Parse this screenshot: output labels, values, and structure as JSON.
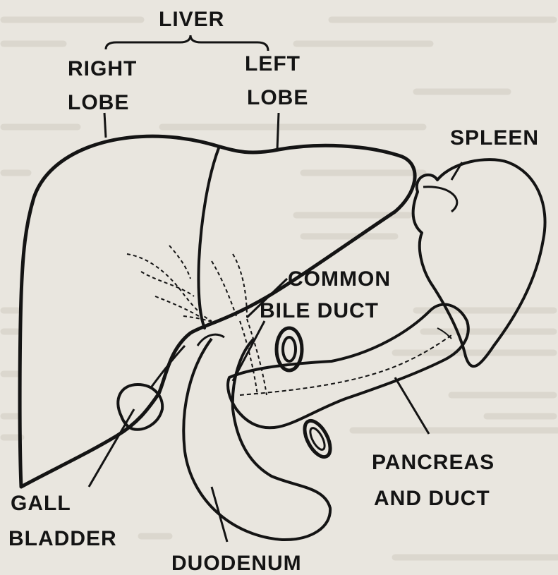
{
  "labels": {
    "liver": "LIVER",
    "right_lobe_1": "RIGHT",
    "right_lobe_2": "LOBE",
    "left_lobe_1": "LEFT",
    "left_lobe_2": "LOBE",
    "spleen": "SPLEEN",
    "common_bile_duct_1": "COMMON",
    "common_bile_duct_2": "BILE DUCT",
    "pancreas_1": "PANCREAS",
    "pancreas_2": "AND DUCT",
    "gall_bladder_1": "GALL",
    "gall_bladder_2": "BLADDER",
    "duodenum": "DUODENUM"
  },
  "colors": {
    "background": "#e9e6df",
    "ink": "#141414",
    "bleed_text": "#cfcac0"
  }
}
